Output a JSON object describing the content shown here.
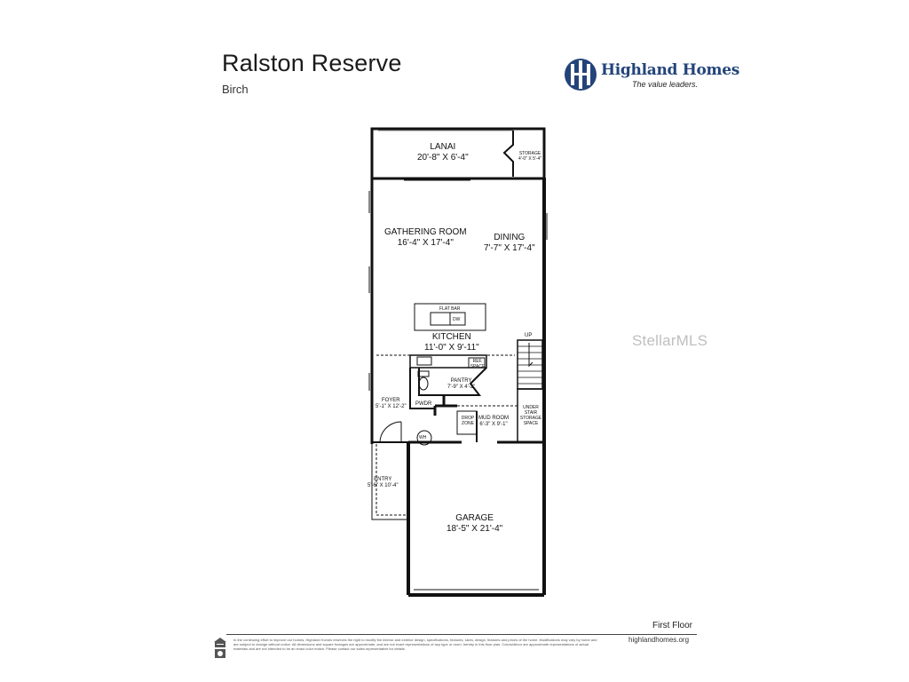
{
  "header": {
    "community": "Ralston Reserve",
    "model": "Birch"
  },
  "brand": {
    "name": "Highland Homes",
    "tagline": "The value leaders.",
    "color": "#23447a"
  },
  "rooms": {
    "lanai": {
      "name": "LANAI",
      "size": "20'-8\" X 6'-4\""
    },
    "storage": {
      "name": "STORAGE",
      "size": "4'-0\" X 5'-4\""
    },
    "gathering": {
      "name": "GATHERING ROOM",
      "size": "16'-4\" X 17'-4\""
    },
    "dining": {
      "name": "DINING",
      "size": "7'-7\" X 17'-4\""
    },
    "flat_bar": "FLAT BAR",
    "dw": "DW",
    "kitchen": {
      "name": "KITCHEN",
      "size": "11'-0\" X 9'-11\""
    },
    "up": "UP",
    "ref_space": "REF. SPACE",
    "pantry": {
      "name": "PANTRY",
      "size": "7'-9\" X 4'-2\""
    },
    "foyer": {
      "name": "FOYER",
      "size": "5'-1\" X 12'-2\""
    },
    "pwdr": "PWDR",
    "drop_zone": "DROP ZONE",
    "mud_room": {
      "name": "MUD ROOM",
      "size": "6'-3\" X 9'-1\""
    },
    "under_stair": "UNDER STAIR STORAGE SPACE",
    "wh": "WH",
    "entry": {
      "name": "ENTRY",
      "size": "5'-6\" X 10'-4\""
    },
    "garage": {
      "name": "GARAGE",
      "size": "18'-5\" X 21'-4\""
    }
  },
  "watermark": "StellarMLS",
  "footer": {
    "floor": "First Floor",
    "website": "highlandhomes.org",
    "disclaimer": "In the continuing effort to improve our homes, Highland Homes reserves the right to modify the interior and exterior design, specifications, features, sizes, design, features and prices of the home. Modifications may vary by home and are subject to change without notice. All dimensions and square footages are approximate, and are not exact representations of any type or room, hereby in this floor plan. Colors/décor are approximate representations of actual materials and are not intended to be an exact color match. Please contact our sales representative for details."
  }
}
